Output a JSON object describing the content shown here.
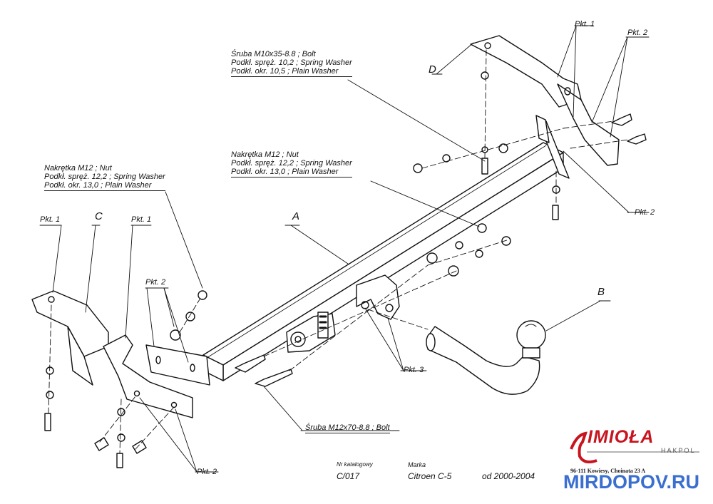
{
  "part_labels": {
    "a": "A",
    "b": "B",
    "c": "C",
    "d": "D"
  },
  "points": {
    "pkt1": "Pkt. 1",
    "pkt2": "Pkt. 2",
    "pkt3": "Pkt. 3"
  },
  "hardware_top": {
    "line1": "Śruba M10x35-8.8 ;  Bolt",
    "line2": "Podkł. spręż. 10,2 ; Spring Washer",
    "line3": "Podkł. okr. 10,5 ;  Plain Washer"
  },
  "hardware_mid": {
    "line1": "Nakrętka  M12 ; Nut",
    "line2": "Podkł. spręż. 12,2 ; Spring Washer",
    "line3": "Podkł. okr. 13,0 ;  Plain Washer"
  },
  "hardware_left": {
    "line1": "Nakrętka  M12 ; Nut",
    "line2": "Podkł. spręż. 12,2 ; Spring Washer",
    "line3": "Podkł. okr. 13,0 ;  Plain Washer"
  },
  "hardware_bottom": {
    "line1": "Śruba M12x70-8.8 ;  Bolt"
  },
  "title_block": {
    "catalog_header": "Nr katalogowy",
    "catalog_value": "C/017",
    "brand_header": "Marka",
    "brand_value": "Citroen C-5",
    "years_value": "od 2000-2004"
  },
  "logo": {
    "name": "IMIOŁA",
    "sub": "HAKPOL",
    "address": "96-111 Kowiesy, Choinata 23 A"
  },
  "watermark": "MIRDOPOV.RU",
  "colors": {
    "logo_red": "#c8141e",
    "watermark_blue": "#3a6fd0",
    "ink": "#111111"
  }
}
